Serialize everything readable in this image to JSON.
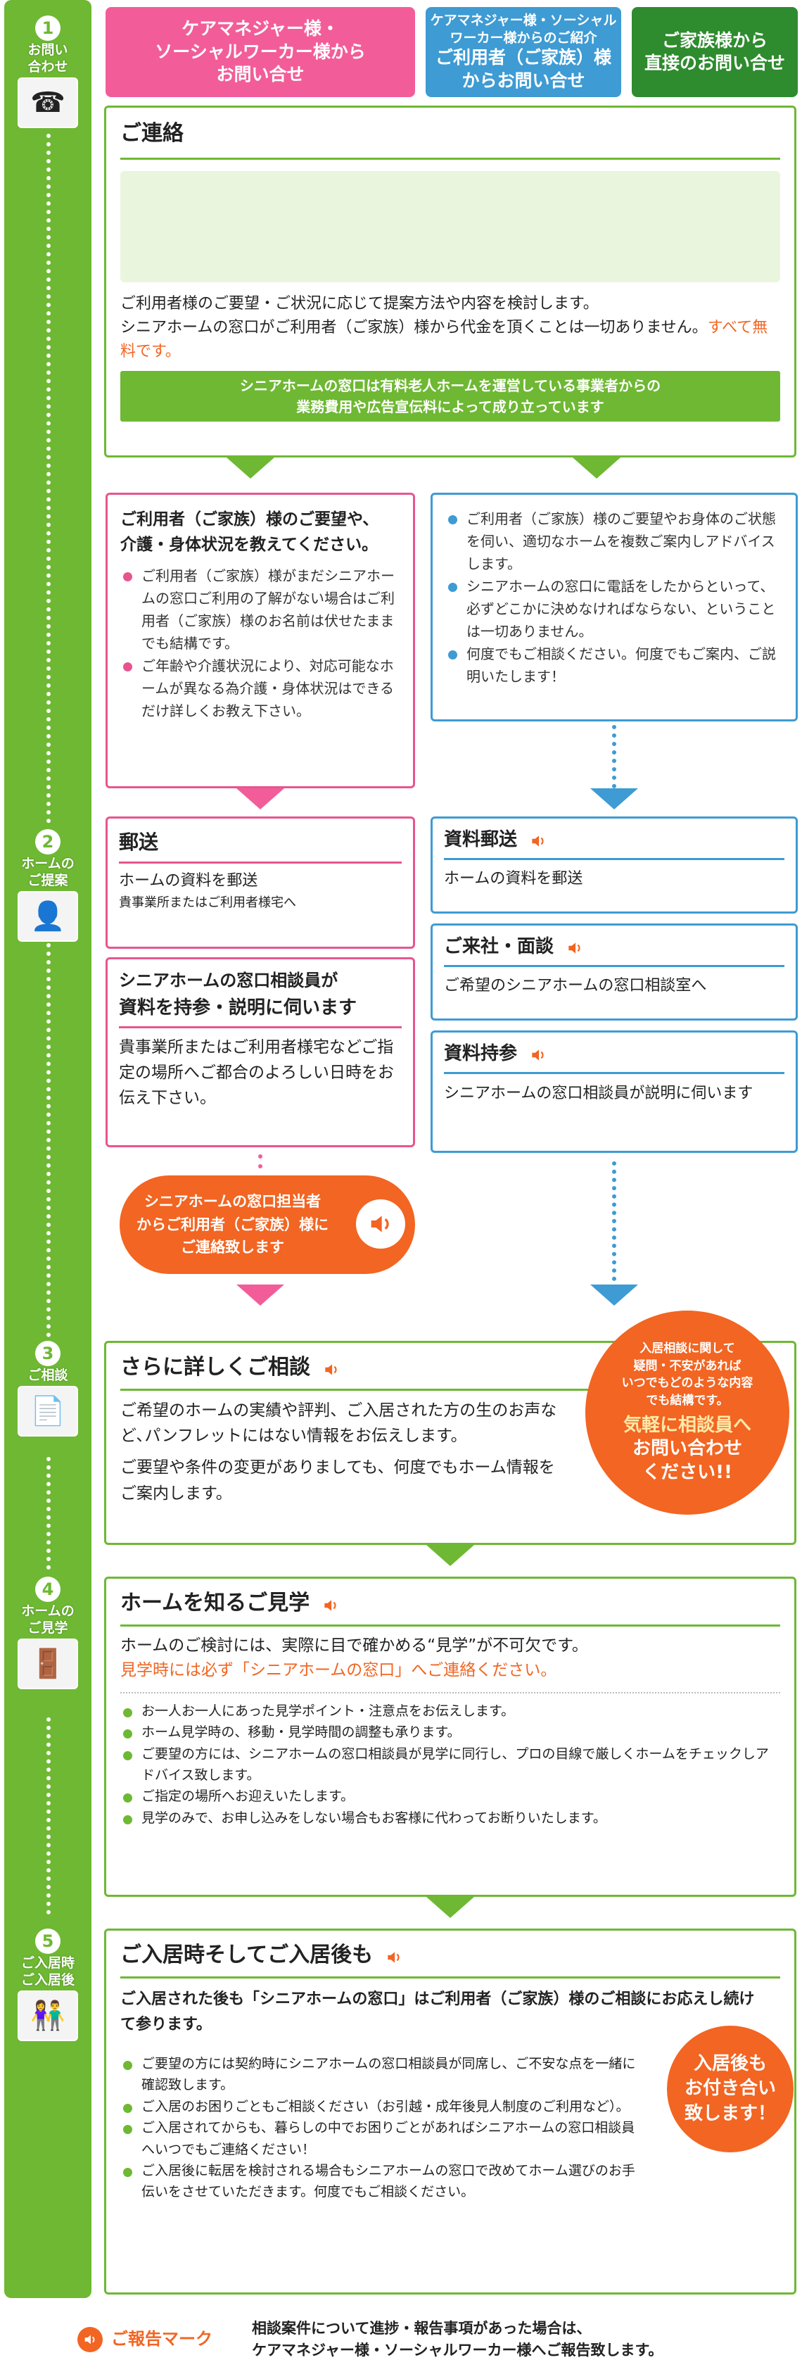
{
  "tabs": {
    "care_manager": {
      "line1": "ケアマネジャー様・",
      "line2": "ソーシャルワーカー様から",
      "line3": "お問い合せ"
    },
    "referral": {
      "line1": "ケアマネジャー様・ソーシャル",
      "line2": "ワーカー様からのご紹介",
      "line3": "ご利用者（ご家族）様",
      "line4": "からお問い合せ"
    },
    "family": {
      "line1": "ご家族様から",
      "line2": "直接のお問い合せ"
    }
  },
  "steps": [
    {
      "num": "1",
      "label1": "お問い",
      "label2": "合わせ",
      "icon": "phone-icon"
    },
    {
      "num": "2",
      "label1": "ホームの",
      "label2": "ご提案",
      "icon": "consultant-icon"
    },
    {
      "num": "3",
      "label1": "ご相談",
      "label2": "",
      "icon": "documents-icon"
    },
    {
      "num": "4",
      "label1": "ホームの",
      "label2": "ご見学",
      "icon": "hallway-icon"
    },
    {
      "num": "5",
      "label1": "ご入居時",
      "label2": "ご入居後",
      "icon": "residents-icon"
    }
  ],
  "contact": {
    "title": "ご連絡",
    "text1": "ご利用者様のご要望・ご状況に応じて提案方法や内容を検討します。",
    "text2": "シニアホームの窓口がご利用者（ご家族）様から代金を頂くことは一切ありません。",
    "free": "すべて無料です。",
    "banner1": "シニアホームの窓口は有料老人ホームを運営している事業者からの",
    "banner2": "業務費用や広告宣伝料によって成り立っています"
  },
  "left_request": {
    "title1": "ご利用者（ご家族）様のご要望や、",
    "title2": "介護・身体状況を教えてください。",
    "items": [
      "ご利用者（ご家族）様がまだシニアホームの窓口ご利用の了解がない場合はご利用者（ご家族）様のお名前は伏せたままでも結構です。",
      "ご年齢や介護状況により、対応可能なホームが異なる為介護・身体状況はできるだけ詳しくお教え下さい。"
    ]
  },
  "right_request": {
    "items": [
      "ご利用者（ご家族）様のご要望やお身体のご状態を伺い、適切なホームを複数ご案内しアドバイスします。",
      "シニアホームの窓口に電話をしたからといって、必ずどこかに決めなければならない、ということは一切ありません。",
      "何度でもご相談ください。何度でもご案内、ご説明いたします！"
    ]
  },
  "mail": {
    "title": "郵送",
    "text1": "ホームの資料を郵送",
    "text2": "貴事業所またはご利用者様宅へ"
  },
  "visit": {
    "title1": "シニアホームの窓口相談員が",
    "title2": "資料を持参・説明に伺います",
    "text": "貴事業所またはご利用者様宅などご指定の場所へご都合のよろしい日時をお伝え下さい。"
  },
  "orange_circle": {
    "line1": "シニアホームの窓口担当者",
    "line2": "からご利用者（ご家族）様に",
    "line3": "ご連絡致します"
  },
  "doc_mail": {
    "title": "資料郵送",
    "text": "ホームの資料を郵送"
  },
  "office_visit": {
    "title": "ご来社・面談",
    "text": "ご希望のシニアホームの窓口相談室へ"
  },
  "doc_bring": {
    "title": "資料持参",
    "text": "シニアホームの窓口相談員が説明に伺います"
  },
  "consult": {
    "title": "さらに詳しくご相談",
    "text1": "ご希望のホームの実績や評判、ご入居された方の生のお声など､パンフレットにはない情報をお伝えします。",
    "text2": "ご要望や条件の変更がありましても、何度でもホーム情報をご案内します。"
  },
  "consult_badge": {
    "small1": "入居相談に関して",
    "small2": "疑問・不安があれば",
    "small3": "いつでもどのような内容",
    "small4": "でも結構です。",
    "big1": "気軽に相談員へ",
    "big2": "お問い合わせ",
    "big3": "ください!!"
  },
  "tour": {
    "title": "ホームを知るご見学",
    "text": "ホームのご検討には、実際に目で確かめる“見学”が不可欠です。",
    "orange": "見学時には必ず「シニアホームの窓口」へご連絡ください。",
    "items": [
      "お一人お一人にあった見学ポイント・注意点をお伝えします。",
      "ホーム見学時の、移動・見学時間の調整も承ります。",
      "ご要望の方には、シニアホームの窓口相談員が見学に同行し、プロの目線で厳しくホームをチェックしアドバイス致します。",
      "ご指定の場所へお迎えいたします。",
      "見学のみで、お申し込みをしない場合もお客様に代わってお断りいたします。"
    ]
  },
  "movein": {
    "title": "ご入居時そしてご入居後も",
    "text": "ご入居された後も「シニアホームの窓口」はご利用者（ご家族）様のご相談にお応えし続けて参ります。",
    "items": [
      "ご要望の方には契約時にシニアホームの窓口相談員が同席し、ご不安な点を一緒に確認致します。",
      "ご入居のお困りごともご相談ください（お引越・成年後見人制度のご利用など）。",
      "ご入居されてからも、暮らしの中でお困りごとがあればシニアホームの窓口相談員へいつでもご連絡ください！",
      "ご入居後に転居を検討される場合もシニアホームの窓口で改めてホーム選びのお手伝いをさせていただきます。何度でもご相談ください。"
    ]
  },
  "movein_badge": {
    "line1": "入居後も",
    "line2": "お付き合い",
    "line3": "致します！"
  },
  "legend": {
    "label": "ご報告マーク",
    "text1": "相談案件について進捗・報告事項があった場合は、",
    "text2": "ケアマネジャー様・ソーシャルワーカー様へご報告致します。"
  },
  "colors": {
    "green": "#6eb833",
    "pink": "#e8558e",
    "blue": "#3e9bd3",
    "orange": "#f26522"
  }
}
